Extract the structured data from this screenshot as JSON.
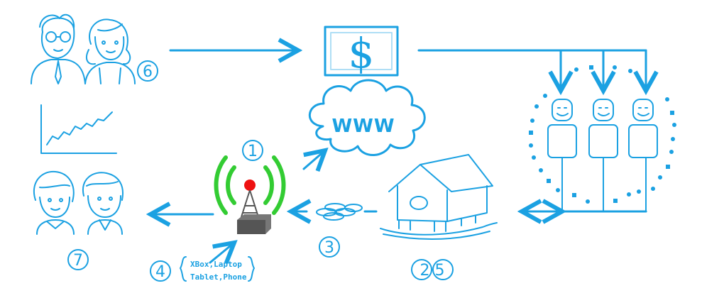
{
  "colors": {
    "accent": "#1ba1e2",
    "signal": "#33cc33",
    "beacon": "#ee1111",
    "tower": "#555555"
  },
  "steps": {
    "one": "1",
    "two_five": "2 5",
    "three": "3",
    "four": "4",
    "six": "6",
    "seven": "7"
  },
  "cloud_label": "WWW",
  "money_symbol": "$",
  "devices": {
    "line1": "XBox,Laptop",
    "line2": "Tablet,Phone"
  },
  "icons": [
    "parents-icon",
    "money-bill-icon",
    "cloud-icon",
    "people-icon",
    "house-icon",
    "coins-icon",
    "tower-icon",
    "children-icon",
    "growth-chart-icon"
  ]
}
